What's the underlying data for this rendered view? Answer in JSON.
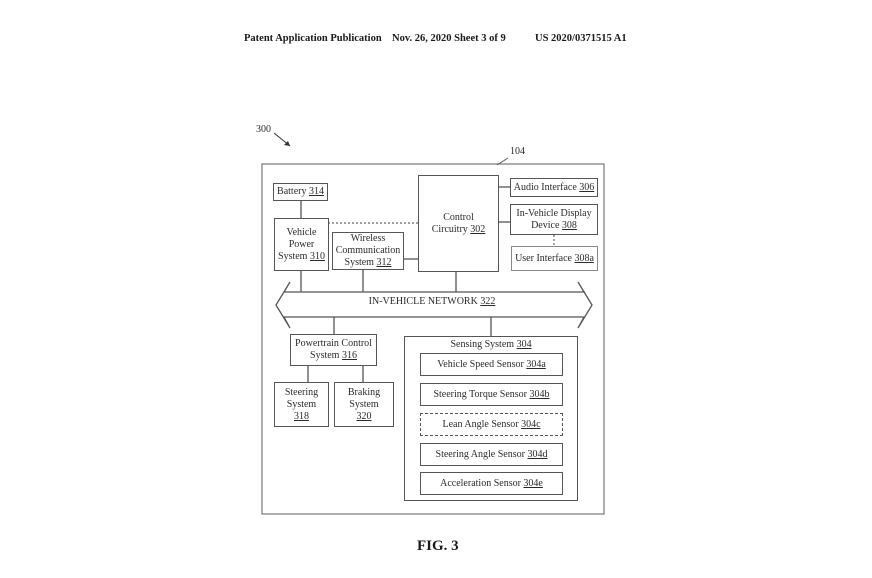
{
  "header": {
    "publication": "Patent Application Publication",
    "date_sheet": "Nov. 26, 2020  Sheet 3 of 9",
    "number": "US 2020/0371515 A1"
  },
  "figure": {
    "ref_diagram": "300",
    "ref_outer": "104",
    "caption": "FIG. 3"
  },
  "blocks": {
    "battery": {
      "name": "Battery",
      "ref": "314"
    },
    "vehicle_power": {
      "line1": "Vehicle",
      "line2": "Power",
      "line3": "System",
      "ref": "310"
    },
    "wireless": {
      "line1": "Wireless",
      "line2": "Communication",
      "line3": "System",
      "ref": "312"
    },
    "control": {
      "line1": "Control",
      "line2": "Circuitry",
      "ref": "302"
    },
    "audio": {
      "name": "Audio Interface",
      "ref": "306"
    },
    "display": {
      "line1": "In-Vehicle Display",
      "line2": "Device",
      "ref": "308"
    },
    "user_interface": {
      "name": "User Interface",
      "ref": "308a"
    },
    "network": {
      "name": "IN-VEHICLE NETWORK",
      "ref": "322"
    },
    "powertrain": {
      "line1": "Powertrain Control",
      "line2": "System",
      "ref": "316"
    },
    "steering_system": {
      "line1": "Steering",
      "line2": "System",
      "ref": "318"
    },
    "braking_system": {
      "line1": "Braking",
      "line2": "System",
      "ref": "320"
    },
    "sensing": {
      "name": "Sensing System",
      "ref": "304"
    },
    "sensors": [
      {
        "name": "Vehicle Speed Sensor",
        "ref": "304a"
      },
      {
        "name": "Steering Torque Sensor",
        "ref": "304b"
      },
      {
        "name": "Lean Angle Sensor",
        "ref": "304c"
      },
      {
        "name": "Steering Angle Sensor",
        "ref": "304d"
      },
      {
        "name": "Acceleration Sensor",
        "ref": "304e"
      }
    ]
  }
}
